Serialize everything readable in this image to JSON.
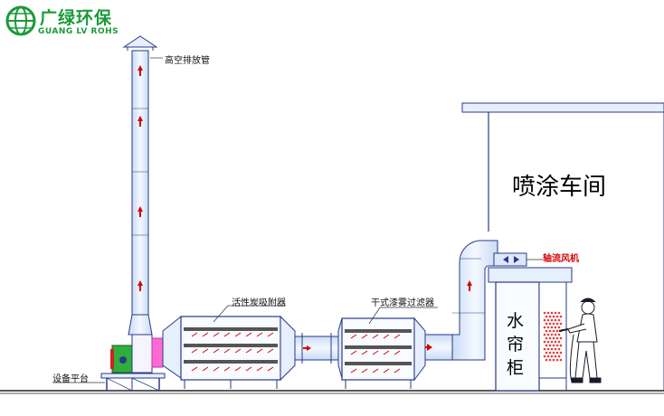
{
  "logo": {
    "name_cn": "广绿环保",
    "name_en": "GUANG LV ROHS",
    "color": "#1a9a3a"
  },
  "labels": {
    "chimney": "高空排放管",
    "carbon_adsorber": "活性炭吸附器",
    "dry_filter": "干式漆雾过滤器",
    "axial_fan": "轴流风机",
    "paint_room": "喷涂车间",
    "water_curtain": [
      "水",
      "帘",
      "柜"
    ],
    "platform": "设备平台"
  },
  "colors": {
    "line": "#2a3a8a",
    "flow_arrow": "#d40000",
    "duct_fill": "#e6effc",
    "spray": "#e83a3a"
  }
}
